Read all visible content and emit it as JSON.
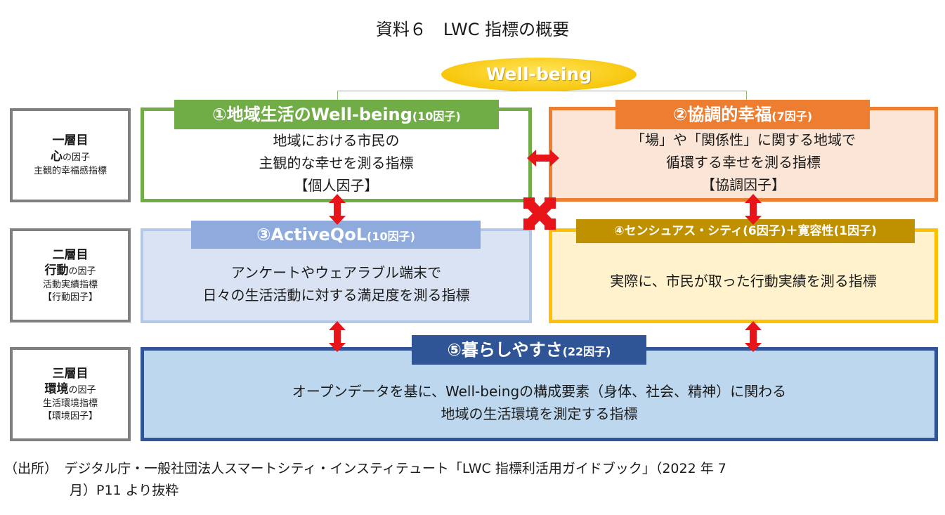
{
  "title": "資料６　LWC 指標の概要",
  "center_label": "Well-being",
  "layers": [
    {
      "level": "一層目",
      "heading_bold": "心",
      "heading_rest": "の因子",
      "desc": "主観的幸福感指標",
      "tag": ""
    },
    {
      "level": "二層目",
      "heading_bold": "行動",
      "heading_rest": "の因子",
      "desc": "活動実績指標",
      "tag": "【行動因子】"
    },
    {
      "level": "三層目",
      "heading_bold": "環境",
      "heading_rest": "の因子",
      "desc": "生活環境指標",
      "tag": "【環境因子】"
    }
  ],
  "boxes": {
    "b1": {
      "title": "①地域生活のWell-being",
      "count": "(10因子)",
      "lines": [
        "地域における市民の",
        "主観的な幸せを測る指標",
        "【個人因子】"
      ],
      "color": "#70ad47"
    },
    "b2": {
      "title": "②協調的幸福",
      "count": "(7因子)",
      "lines": [
        "「場」や「関係性」に関する地域で",
        "循環する幸せを測る指標",
        "【協調因子】"
      ],
      "color": "#ed7d31"
    },
    "b3": {
      "title": "③ActiveQoL",
      "count": "(10因子)",
      "lines": [
        "アンケートやウェアラブル端末で",
        "日々の生活活動に対する満足度を測る指標"
      ],
      "color": "#8faadc"
    },
    "b4": {
      "title": "④センシュアス・シティ(6因子)＋寛容性(1因子)",
      "lines": [
        "実際に、市民が取った行動実績を測る指標"
      ],
      "color": "#bf9000"
    },
    "b5": {
      "title": "⑤暮らしやすさ",
      "count": "(22因子)",
      "lines": [
        "オープンデータを基に、Well-beingの構成要素（身体、社会、精神）に関わる",
        "地域の生活環境を測定する指標"
      ],
      "color": "#2f5597"
    }
  },
  "source": {
    "line1": "（出所）　デジタル庁・一般社団法人スマートシティ・インスティテュート「LWC 指標利活用ガイドブック」（2022 年 7",
    "line2": "月）P11 より抜粋"
  },
  "arrow_color": "#e8141a"
}
